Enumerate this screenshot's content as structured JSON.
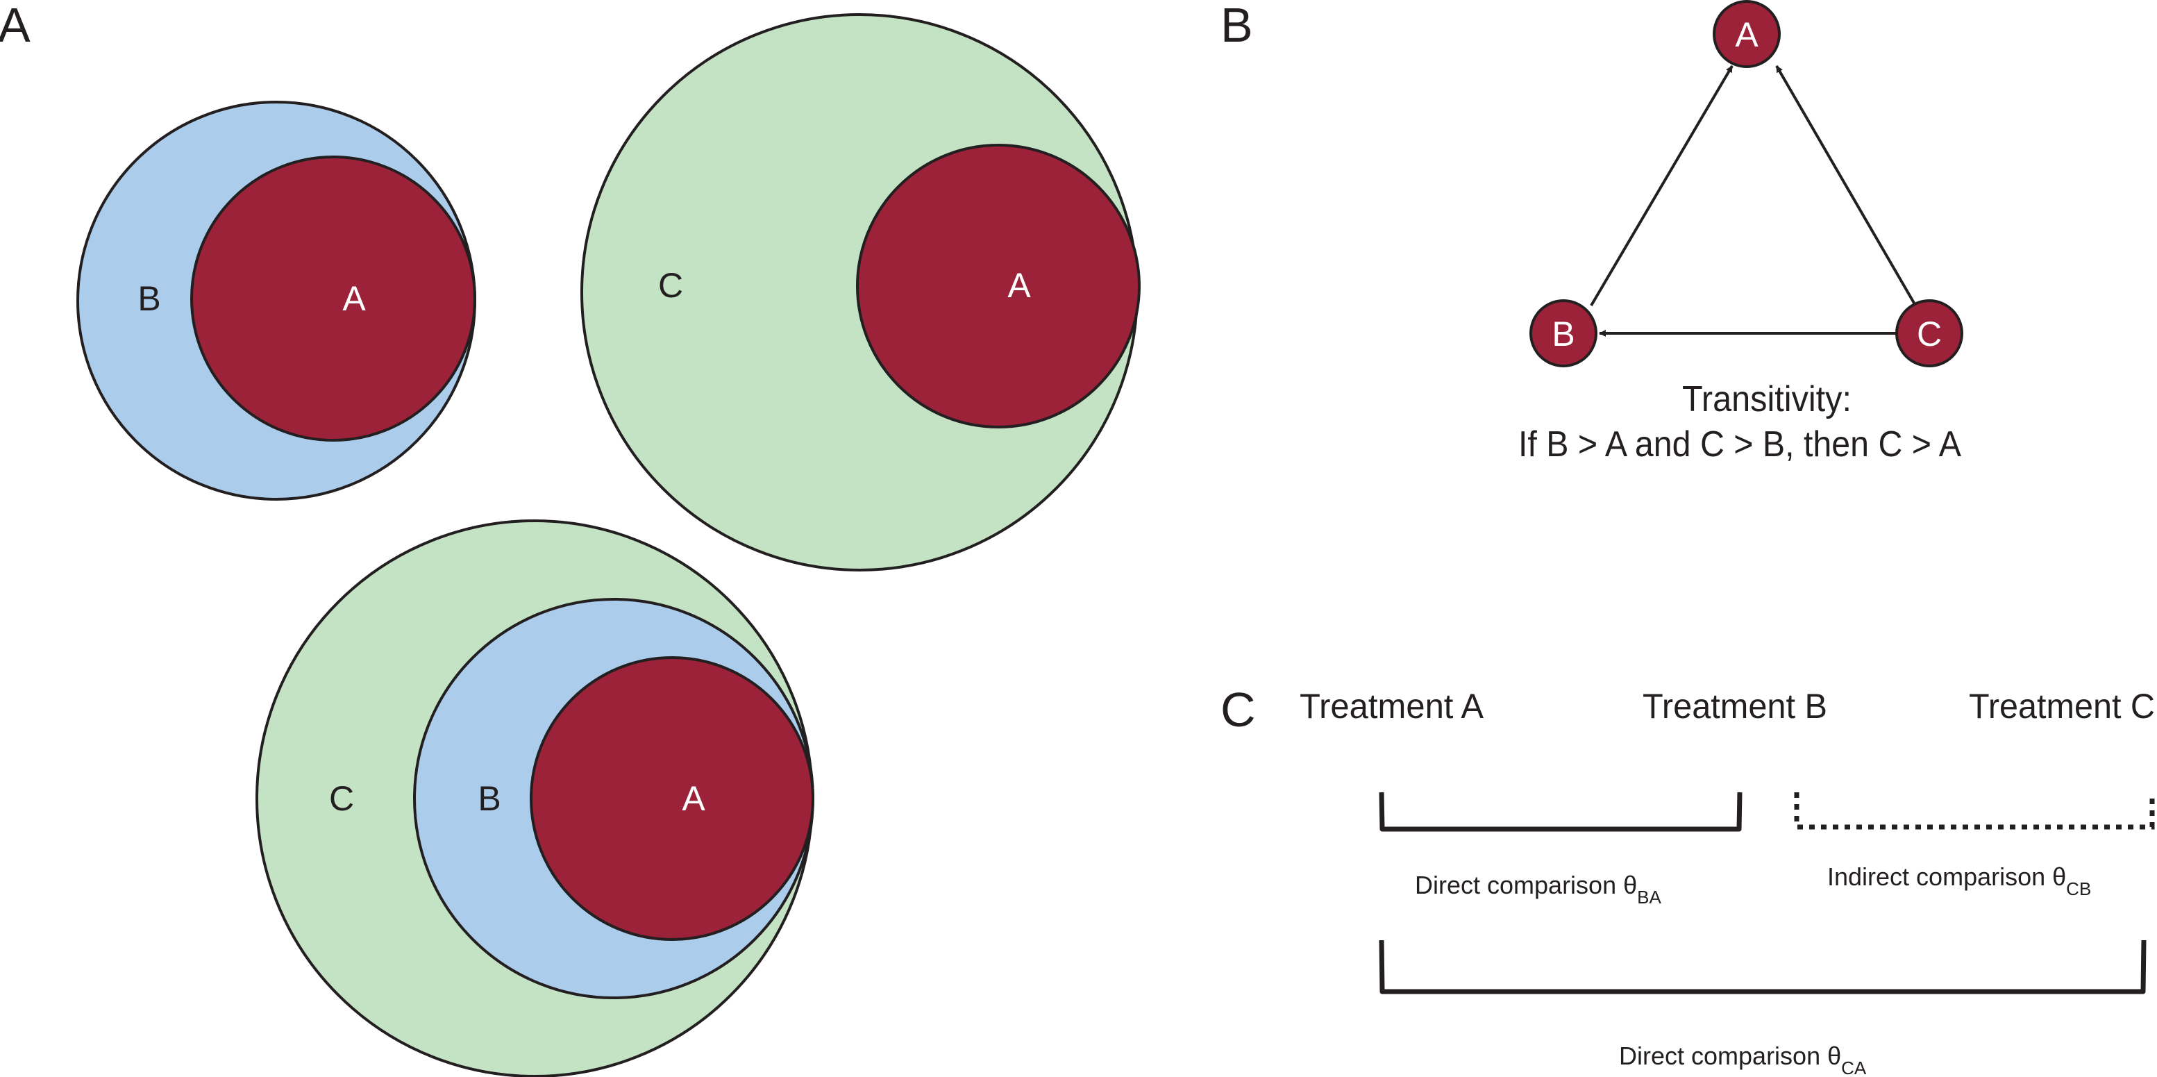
{
  "colors": {
    "set_a": "#9b2238",
    "set_b": "#abcdeb",
    "set_c": "#c3e3c4",
    "outline": "#231f20",
    "node_fill": "#9b2238"
  },
  "panel_a": {
    "label": "A",
    "groups": [
      {
        "name": "A-within-B",
        "sets": [
          {
            "id": "B",
            "label": "B",
            "color_key": "set_b"
          },
          {
            "id": "A",
            "label": "A",
            "color_key": "set_a"
          }
        ]
      },
      {
        "name": "A-within-C",
        "sets": [
          {
            "id": "C",
            "label": "C",
            "color_key": "set_c"
          },
          {
            "id": "A",
            "label": "A",
            "color_key": "set_a"
          }
        ]
      },
      {
        "name": "A-within-B-within-C",
        "sets": [
          {
            "id": "C",
            "label": "C",
            "color_key": "set_c"
          },
          {
            "id": "B",
            "label": "B",
            "color_key": "set_b"
          },
          {
            "id": "A",
            "label": "A",
            "color_key": "set_a"
          }
        ]
      }
    ]
  },
  "panel_b": {
    "label": "B",
    "nodes": [
      {
        "id": "A",
        "label": "A"
      },
      {
        "id": "B",
        "label": "B"
      },
      {
        "id": "C",
        "label": "C"
      }
    ],
    "edges": [
      {
        "from": "B",
        "to": "A"
      },
      {
        "from": "C",
        "to": "A"
      },
      {
        "from": "C",
        "to": "B"
      }
    ],
    "caption_title": "Transitivity:",
    "caption_text": "If B > A and C > B, then C > A"
  },
  "panel_c": {
    "label": "C",
    "treatments": [
      "Treatment A",
      "Treatment B",
      "Treatment C"
    ],
    "comparisons": [
      {
        "type": "direct",
        "text": "Direct comparison θ",
        "subscript": "BA",
        "style": "solid"
      },
      {
        "type": "indirect",
        "text": "Indirect comparison θ",
        "subscript": "CB",
        "style": "dotted"
      },
      {
        "type": "direct",
        "text": "Direct comparison θ",
        "subscript": "CA",
        "style": "solid"
      }
    ]
  }
}
